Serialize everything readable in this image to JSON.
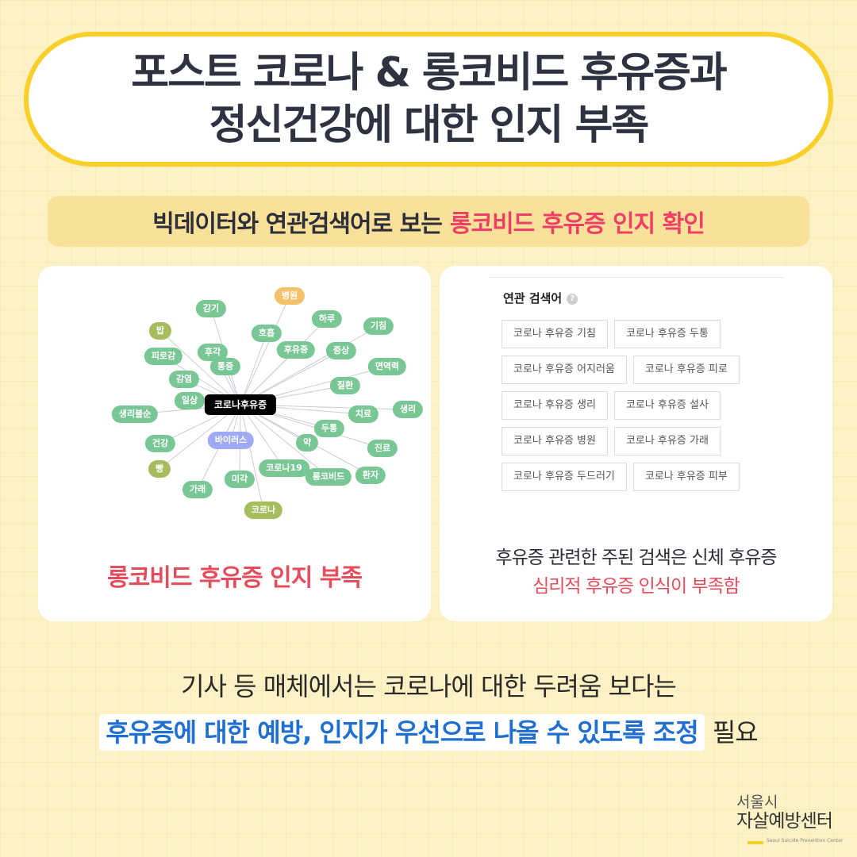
{
  "title": {
    "line1": "포스트 코로나 & 롱코비드 후유증과",
    "line2": "정신건강에 대한 인지 부족"
  },
  "subtitle": {
    "plain": "빅데이터와 연관검색어로 보는",
    "highlight": "롱코비드 후유증 인지 확인"
  },
  "colors": {
    "background": "#fdf2c6",
    "title_border": "#f9cf2b",
    "subtitle_bg": "#f9e19a",
    "accent_red": "#ee3f66",
    "accent_blue": "#1f6fd0",
    "node_green": "#79c795",
    "node_olive": "#a6bd5e",
    "node_orange": "#f5c26b",
    "node_purple": "#9fa9f5"
  },
  "word_map": {
    "center": "코로나후유증",
    "nodes": [
      {
        "label": "병원",
        "color": "orange"
      },
      {
        "label": "감기",
        "color": "green"
      },
      {
        "label": "하루",
        "color": "green"
      },
      {
        "label": "기침",
        "color": "green"
      },
      {
        "label": "밥",
        "color": "olive"
      },
      {
        "label": "후각",
        "color": "green"
      },
      {
        "label": "호흡",
        "color": "green"
      },
      {
        "label": "후유증",
        "color": "green"
      },
      {
        "label": "증상",
        "color": "green"
      },
      {
        "label": "피로감",
        "color": "green"
      },
      {
        "label": "통증",
        "color": "green"
      },
      {
        "label": "면역력",
        "color": "green"
      },
      {
        "label": "감염",
        "color": "green"
      },
      {
        "label": "질환",
        "color": "green"
      },
      {
        "label": "일상",
        "color": "green"
      },
      {
        "label": "생리불순",
        "color": "green"
      },
      {
        "label": "치료",
        "color": "green"
      },
      {
        "label": "생리",
        "color": "green"
      },
      {
        "label": "두통",
        "color": "green"
      },
      {
        "label": "건강",
        "color": "green"
      },
      {
        "label": "바이러스",
        "color": "purple"
      },
      {
        "label": "약",
        "color": "green"
      },
      {
        "label": "진료",
        "color": "green"
      },
      {
        "label": "빵",
        "color": "olive"
      },
      {
        "label": "코로나19",
        "color": "green"
      },
      {
        "label": "환자",
        "color": "green"
      },
      {
        "label": "미각",
        "color": "green"
      },
      {
        "label": "롱코비드",
        "color": "green"
      },
      {
        "label": "가래",
        "color": "green"
      },
      {
        "label": "코로나",
        "color": "olive"
      }
    ],
    "caption": "롱코비드 후유증 인지 부족"
  },
  "related_search": {
    "title": "연관 검색어",
    "help_icon": "question-circle-icon",
    "rows": [
      [
        "코로나 후유증 기침",
        "코로나 후유증 두통"
      ],
      [
        "코로나 후유증 어지러움",
        "코로나 후유증 피로"
      ],
      [
        "코로나 후유증 생리",
        "코로나 후유증 설사"
      ],
      [
        "코로나 후유증 병원",
        "코로나 후유증 가래"
      ],
      [
        "코로나 후유증 두드러기",
        "코로나 후유증 피부"
      ]
    ],
    "caption_line1": "후유증 관련한 주된 검색은 신체 후유증",
    "caption_line2": "심리적 후유증 인식이 부족함"
  },
  "bottom": {
    "line1": "기사 등 매체에서는 코로나에 대한 두려움 보다는",
    "line2_highlight": "후유증에 대한 예방, 인지가 우선으로 나올 수 있도록 조정",
    "line2_tail": "필요"
  },
  "logo": {
    "line1": "서울시",
    "line2": "자살예방센터",
    "sub": "Seoul Suicide Prevention Center"
  }
}
